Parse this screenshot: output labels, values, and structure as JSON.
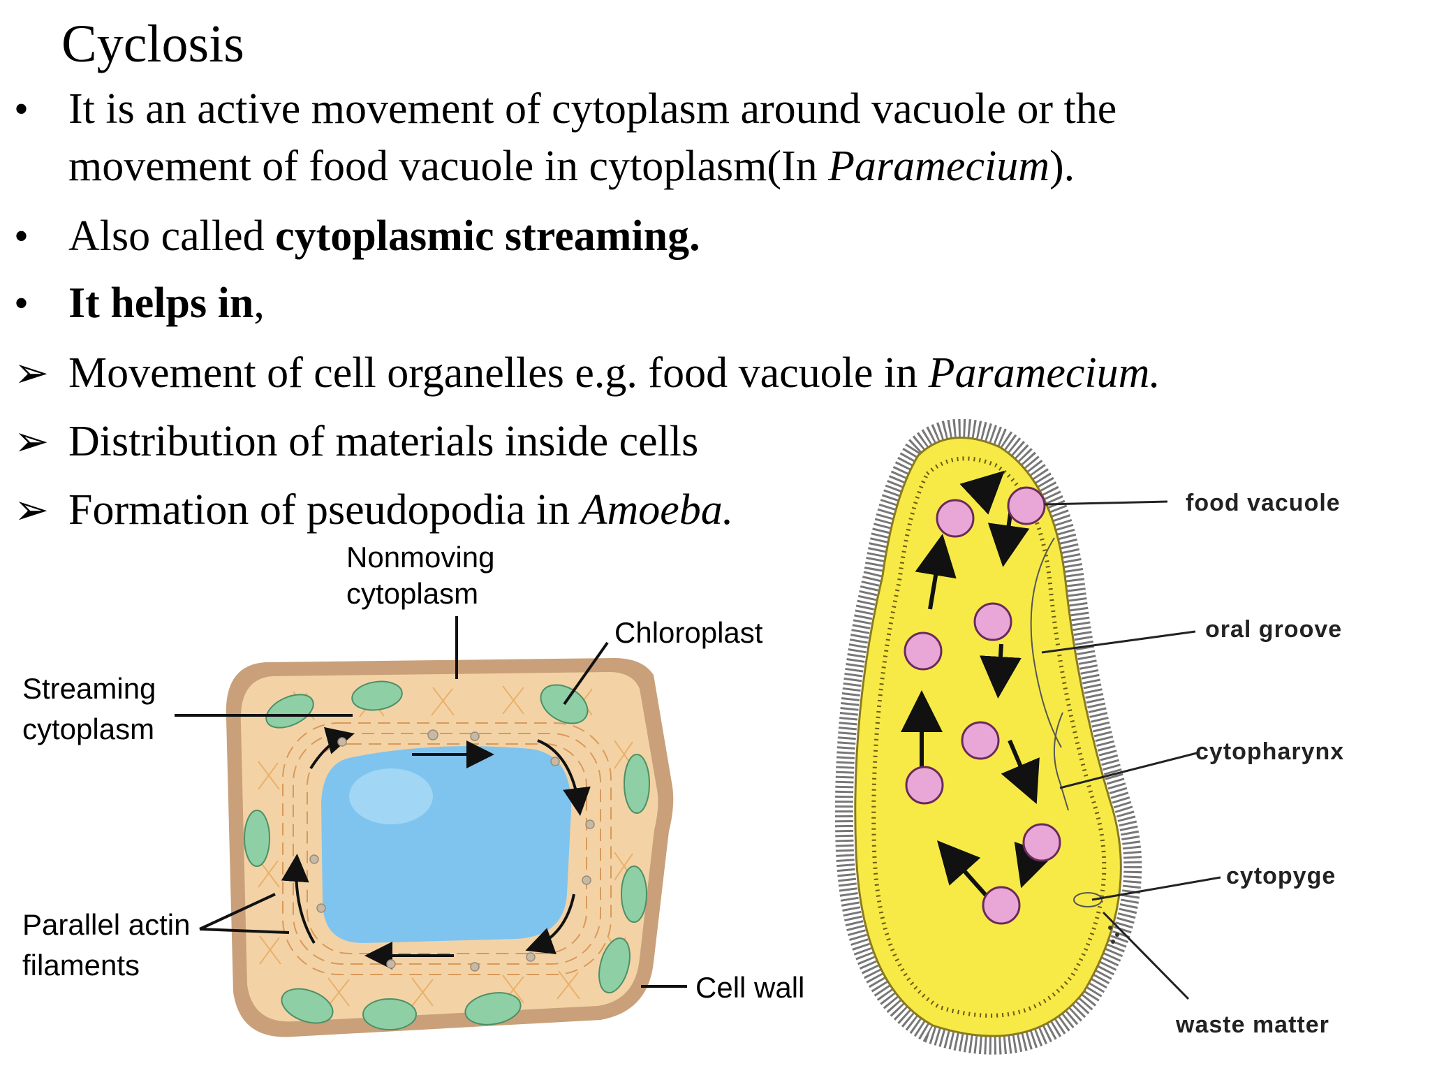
{
  "slide": {
    "title": "Cyclosis",
    "bullet_marker": "•",
    "arrow_marker": "➢",
    "points": [
      {
        "line1": "It is an active movement of cytoplasm around vacuole or the",
        "line2_pre": "movement of food vacuole in cytoplasm(In ",
        "line2_italic": "Paramecium",
        "line2_post": ")."
      },
      {
        "pre": "Also called ",
        "bold": "cytoplasmic streaming."
      },
      {
        "bold": "It helps in",
        "post": ","
      }
    ],
    "subpoints": [
      {
        "pre": "Movement of cell organelles e.g. food vacuole in ",
        "italic": "Paramecium."
      },
      {
        "pre": "Distribution of materials inside cells",
        "italic": ""
      },
      {
        "pre": "Formation of pseudopodia in ",
        "italic": "Amoeba."
      }
    ]
  },
  "plant_cell_diagram": {
    "labels": {
      "nonmoving_line1": "Nonmoving",
      "nonmoving_line2": "cytoplasm",
      "chloroplast": "Chloroplast",
      "streaming_line1": "Streaming",
      "streaming_line2": "cytoplasm",
      "actin_line1": "Parallel actin",
      "actin_line2": "filaments",
      "cell_wall": "Cell wall"
    },
    "colors": {
      "wall": "#c9a07a",
      "cytoplasm": "#f3d3a6",
      "vacuole": "#7fc4ee",
      "chloroplast": "#8fcfa5",
      "filament": "#e8a85a"
    }
  },
  "paramecium_diagram": {
    "labels": {
      "food_vacuole": "food vacuole",
      "oral_groove": "oral groove",
      "cytopharynx": "cytopharynx",
      "cytopyge": "cytopyge",
      "waste_matter": "waste matter"
    },
    "colors": {
      "body": "#f7ea47",
      "vacuole": "#e8a7d6",
      "cilia": "#777777"
    }
  }
}
